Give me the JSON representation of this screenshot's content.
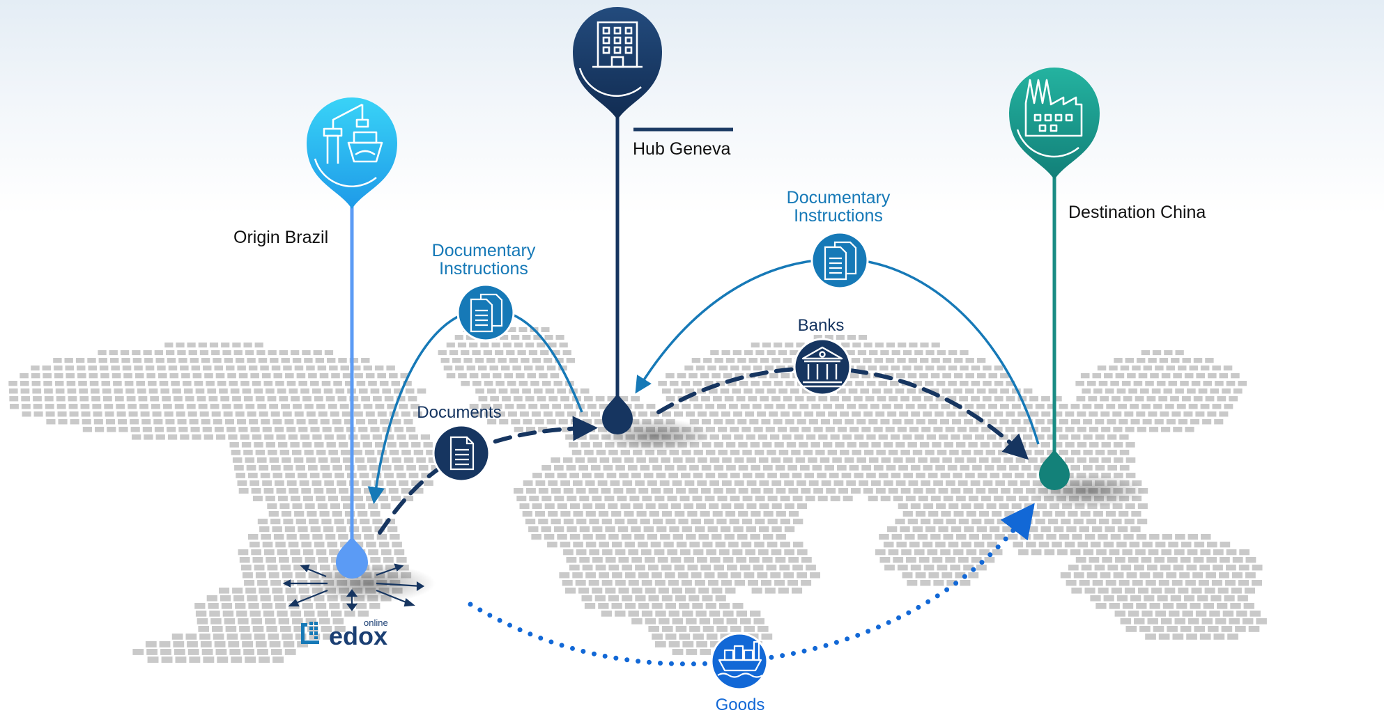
{
  "origin": {
    "label": "Origin Brazil",
    "color": "#5b9bf5",
    "icon": "port-crane-ship-icon"
  },
  "hub": {
    "label": "Hub Geneva",
    "color": "#1b3a63",
    "icon": "office-building-icon"
  },
  "destination": {
    "label": "Destination China",
    "color": "#1a9a8e",
    "icon": "factory-icon"
  },
  "flows": {
    "doc_instructions_left": {
      "label_line1": "Documentary",
      "label_line2": "Instructions",
      "icon": "documents-stack-icon"
    },
    "doc_instructions_right": {
      "label_line1": "Documentary",
      "label_line2": "Instructions",
      "icon": "documents-stack-icon"
    },
    "documents": {
      "label": "Documents",
      "icon": "document-icon"
    },
    "banks": {
      "label": "Banks",
      "icon": "bank-icon"
    },
    "goods": {
      "label": "Goods",
      "icon": "container-ship-icon"
    }
  },
  "logo": {
    "name": "edox",
    "suffix": "online"
  },
  "colors": {
    "instruction_arrow": "#1679b7",
    "documents_arrow": "#163560",
    "goods_dots": "#1268d6",
    "map_dots": "#c9c9c9"
  }
}
